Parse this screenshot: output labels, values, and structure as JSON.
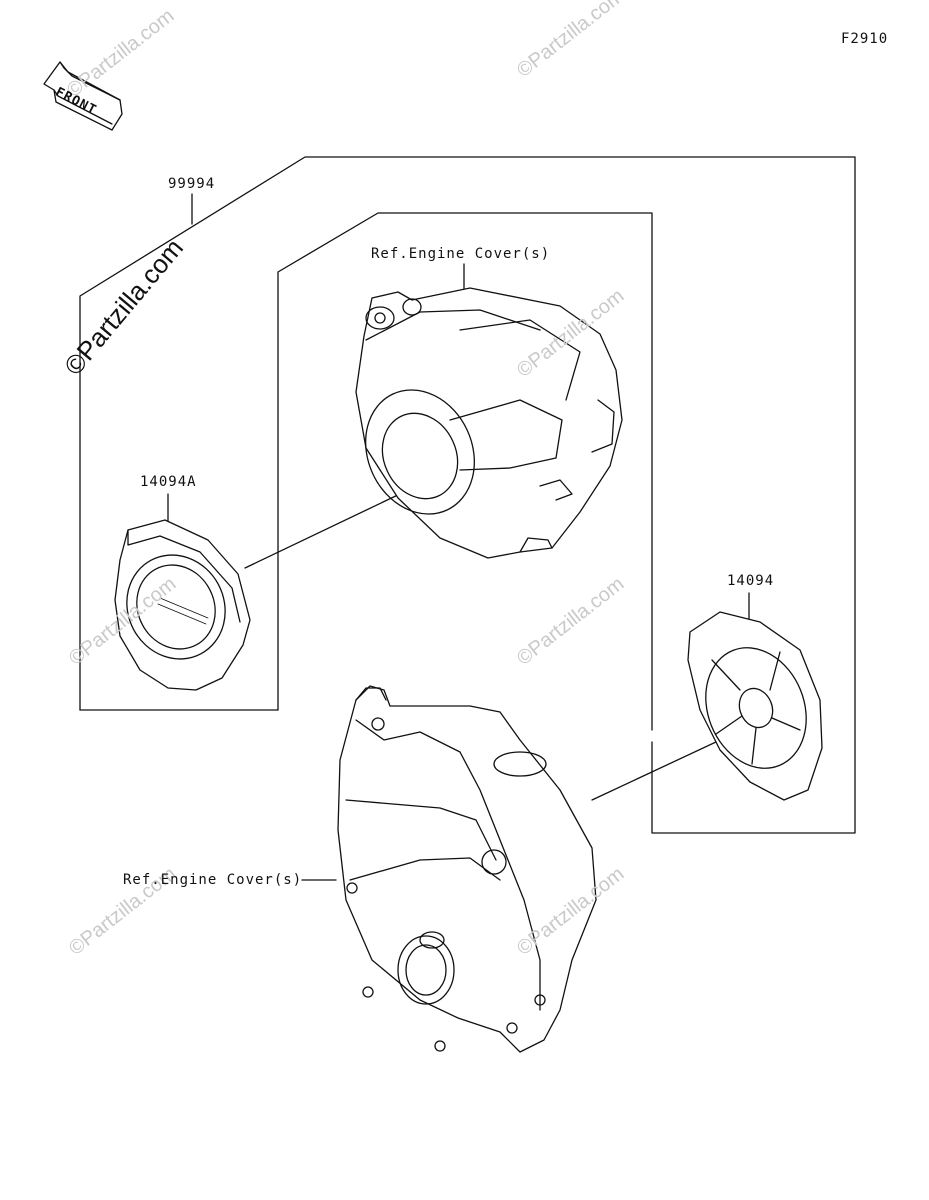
{
  "diagram_code": "F2910",
  "front_label": "FRONT",
  "watermark": "©Partzilla.com",
  "callouts": {
    "kit": "99994",
    "cover_left": "14094A",
    "cover_right": "14094",
    "ref_upper": "Ref.Engine Cover(s)",
    "ref_lower": "Ref.Engine Cover(s)"
  },
  "colors": {
    "line": "#111111",
    "watermark": "#c9c9c9",
    "background": "#ffffff"
  }
}
